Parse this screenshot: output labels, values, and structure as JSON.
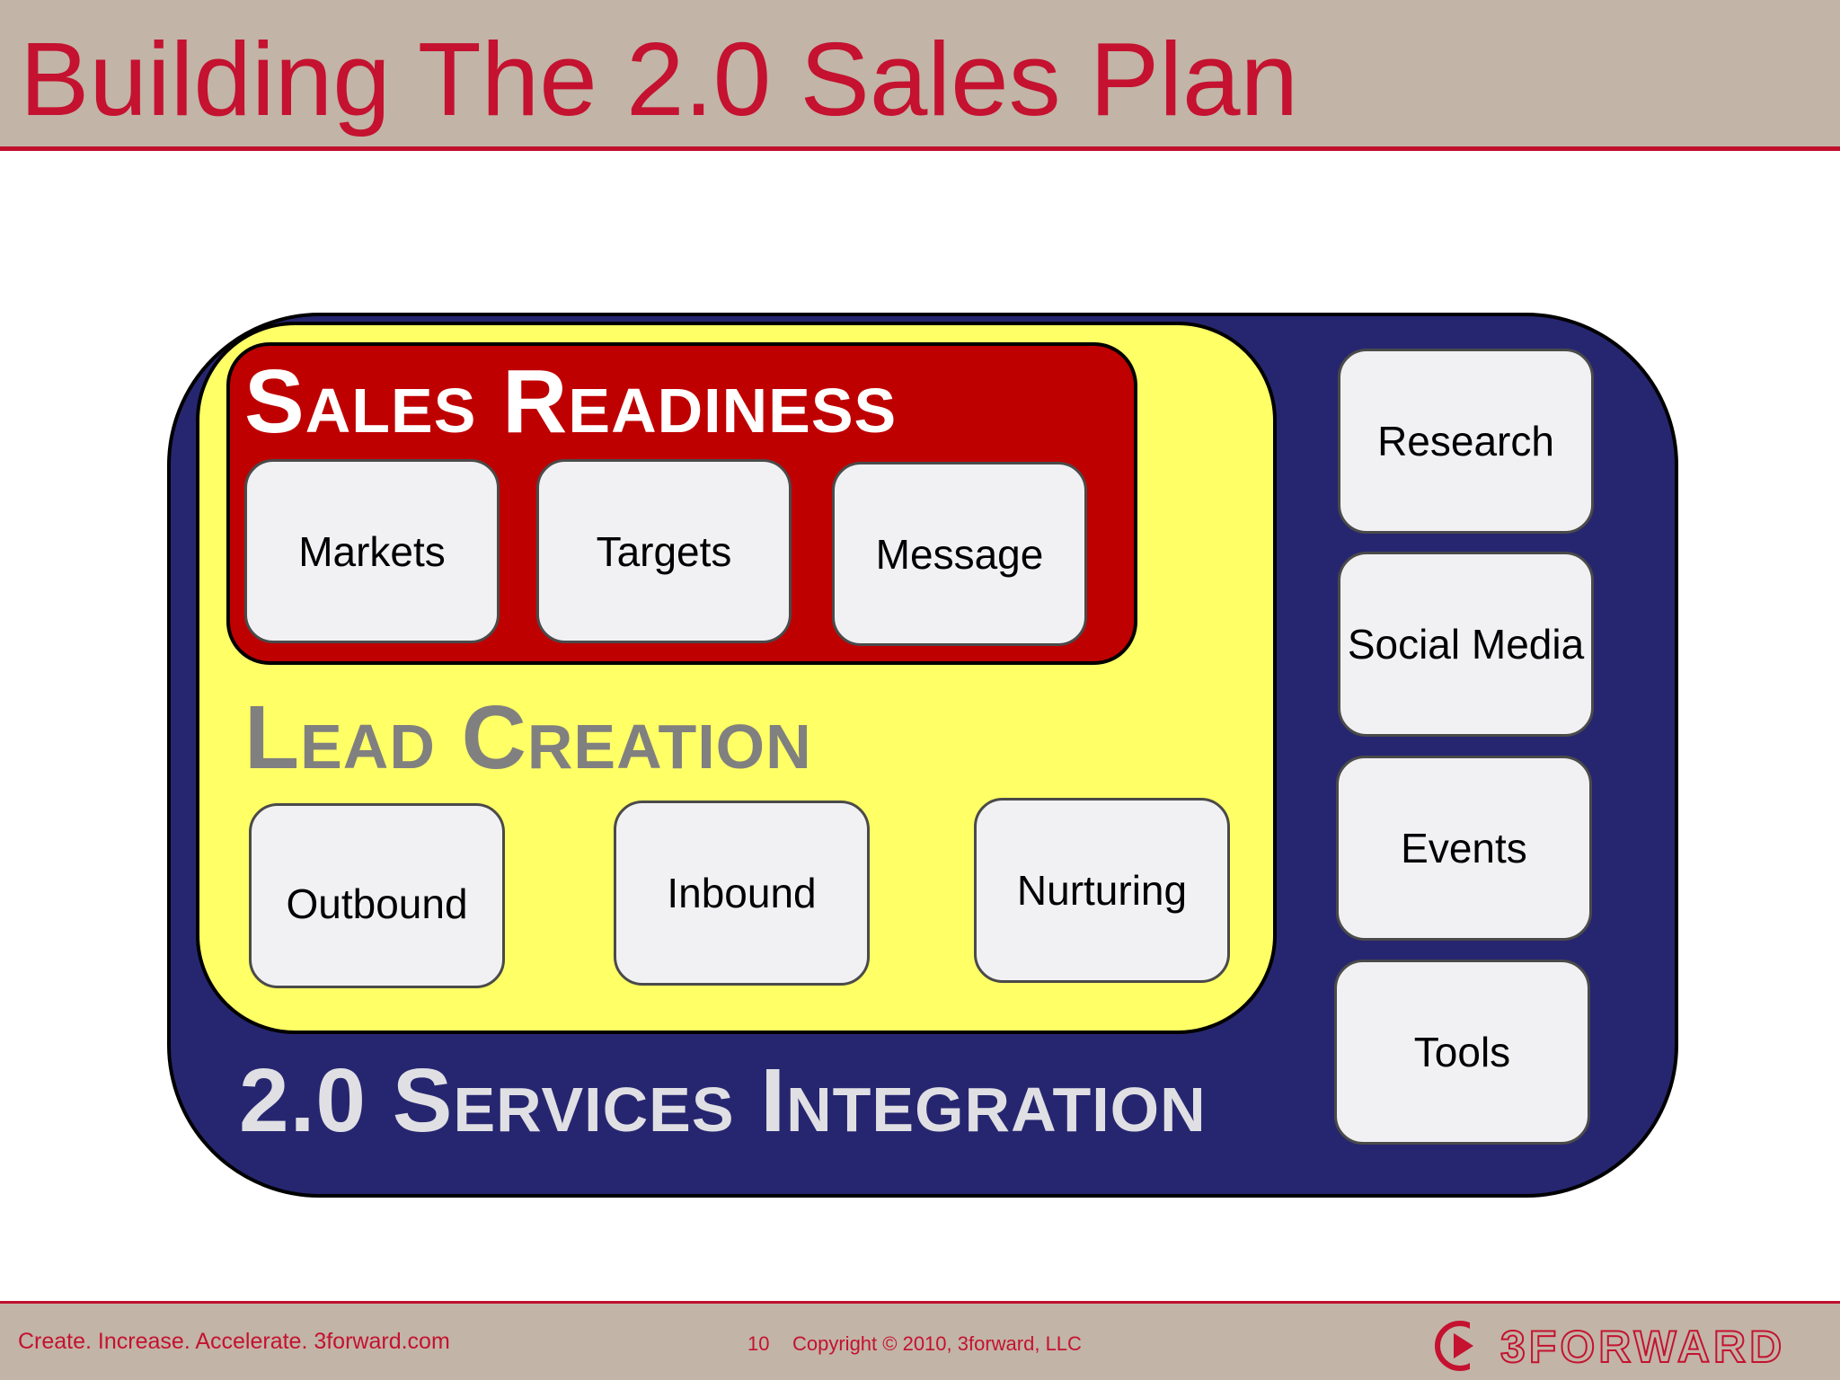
{
  "title": "Building The 2.0 Sales Plan",
  "sections": {
    "sales_readiness": {
      "heading": "Sales Readiness",
      "items": [
        "Markets",
        "Targets",
        "Message"
      ]
    },
    "lead_creation": {
      "heading": "Lead Creation",
      "items": [
        "Outbound",
        "Inbound",
        "Nurturing"
      ]
    },
    "services_integration": {
      "heading": "2.0 Services Integration",
      "items": [
        "Research",
        "Social Media",
        "Events",
        "Tools"
      ]
    }
  },
  "footer": {
    "tagline": "Create. Increase. Accelerate.   3forward.com",
    "page_number": "10",
    "copyright": "Copyright © 2010, 3forward, LLC",
    "logo_text": "3FORWARD"
  },
  "colors": {
    "brand_red": "#c41230",
    "header_tan": "#c2b4a6",
    "outer_navy": "#262670",
    "lead_yellow": "#ffff66",
    "readiness_red": "#bf0000"
  }
}
